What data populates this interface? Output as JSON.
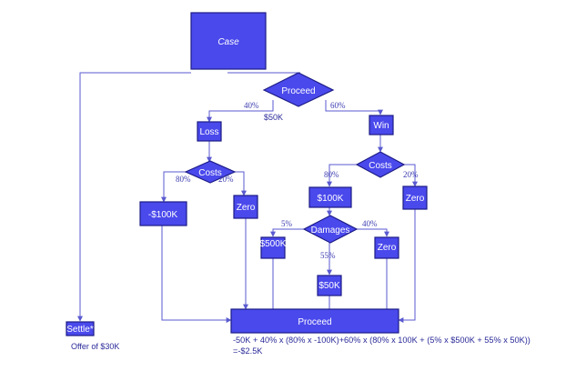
{
  "nodes": {
    "case": "Case",
    "proceed_top": "Proceed",
    "loss": "Loss",
    "win": "Win",
    "costs_left": "Costs",
    "costs_right": "Costs",
    "neg_100k": "-$100K",
    "zero_left": "Zero",
    "pos_100k": "$100K",
    "zero_right_top": "Zero",
    "damages": "Damages",
    "dmg_500k": "$500K",
    "zero_damages": "Zero",
    "dmg_50k": "$50K",
    "proceed_bottom": "Proceed",
    "settle": "Settle*"
  },
  "labels": {
    "p_loss": "40%",
    "p_win": "60%",
    "cost_50k": "$50K",
    "p_left_80": "80%",
    "p_left_20": "20%",
    "p_right_80": "80%",
    "p_right_20": "20%",
    "p_dmg_5": "5%",
    "p_dmg_40": "40%",
    "p_dmg_55": "55%",
    "settle_offer": "Offer of $30K",
    "formula_line1": "-50K + 40% x (80% x -100K)+60% x (80% x 100K + (5% x $500K + 55% x 50K))",
    "formula_line2": "=-$2.5K"
  },
  "colors": {
    "node_fill": "#4a49ec",
    "node_stroke": "#1c1b86",
    "connector": "#5a5ad0",
    "label_text": "#2a2a9a"
  }
}
